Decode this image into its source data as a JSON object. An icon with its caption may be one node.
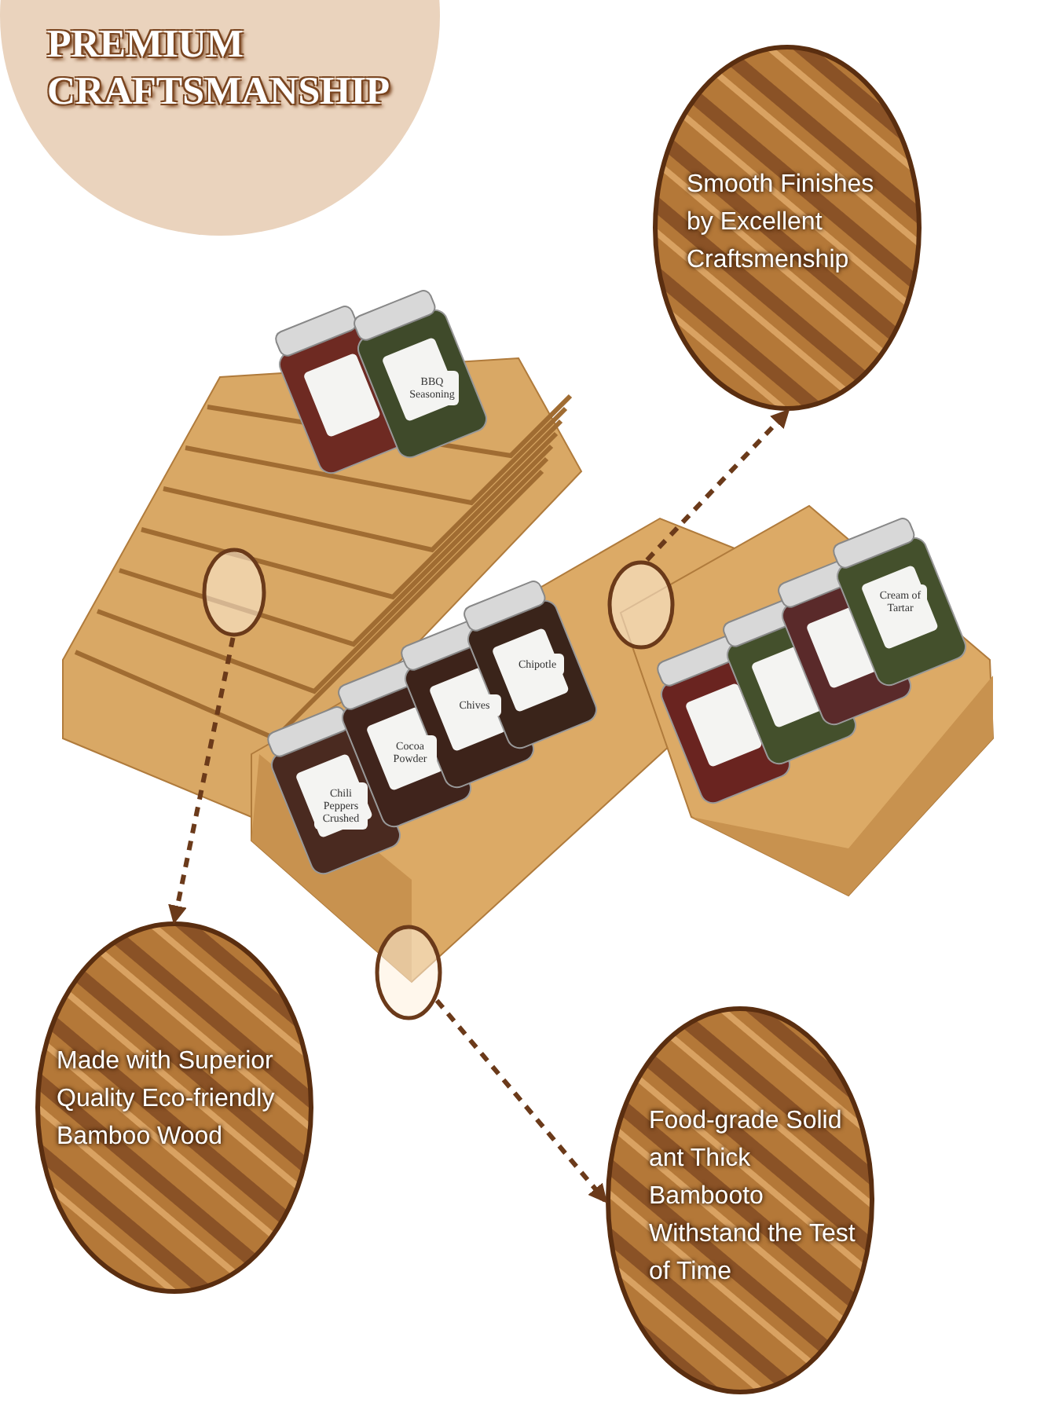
{
  "diagram": {
    "nodes": [
      {
        "text": [
          "PREMIUM CRAFTSMANSHIP"
        ]
      },
      {
        "text": [
          "Smooth Finishes by Excellent Craftsmenship"
        ]
      },
      {
        "text": [],
        "shape": "circle"
      },
      {
        "text": [],
        "shape": "circle"
      },
      {
        "text": [],
        "shape": "circle"
      },
      {
        "text": [
          "Made with Superior Quality Eco-friendly Bamboo Wood"
        ]
      },
      {
        "text": [
          "Food-grade Solid ant Thick Bambooto Withstand the Test of Time"
        ]
      }
    ],
    "edges": [
      {
        "from": 3,
        "to": 1,
        "arrow": "to",
        "style": "dashed"
      },
      {
        "from": 2,
        "to": 5,
        "arrow": "to",
        "style": "dashed"
      },
      {
        "from": 4,
        "to": 6,
        "arrow": "to",
        "style": "dashed"
      }
    ],
    "labels": [
      "BBQ Seasoning",
      "Chili Peppers Crushed",
      "Cocoa Powder",
      "Chives",
      "Chipotle",
      "Cream of Tartar"
    ]
  }
}
